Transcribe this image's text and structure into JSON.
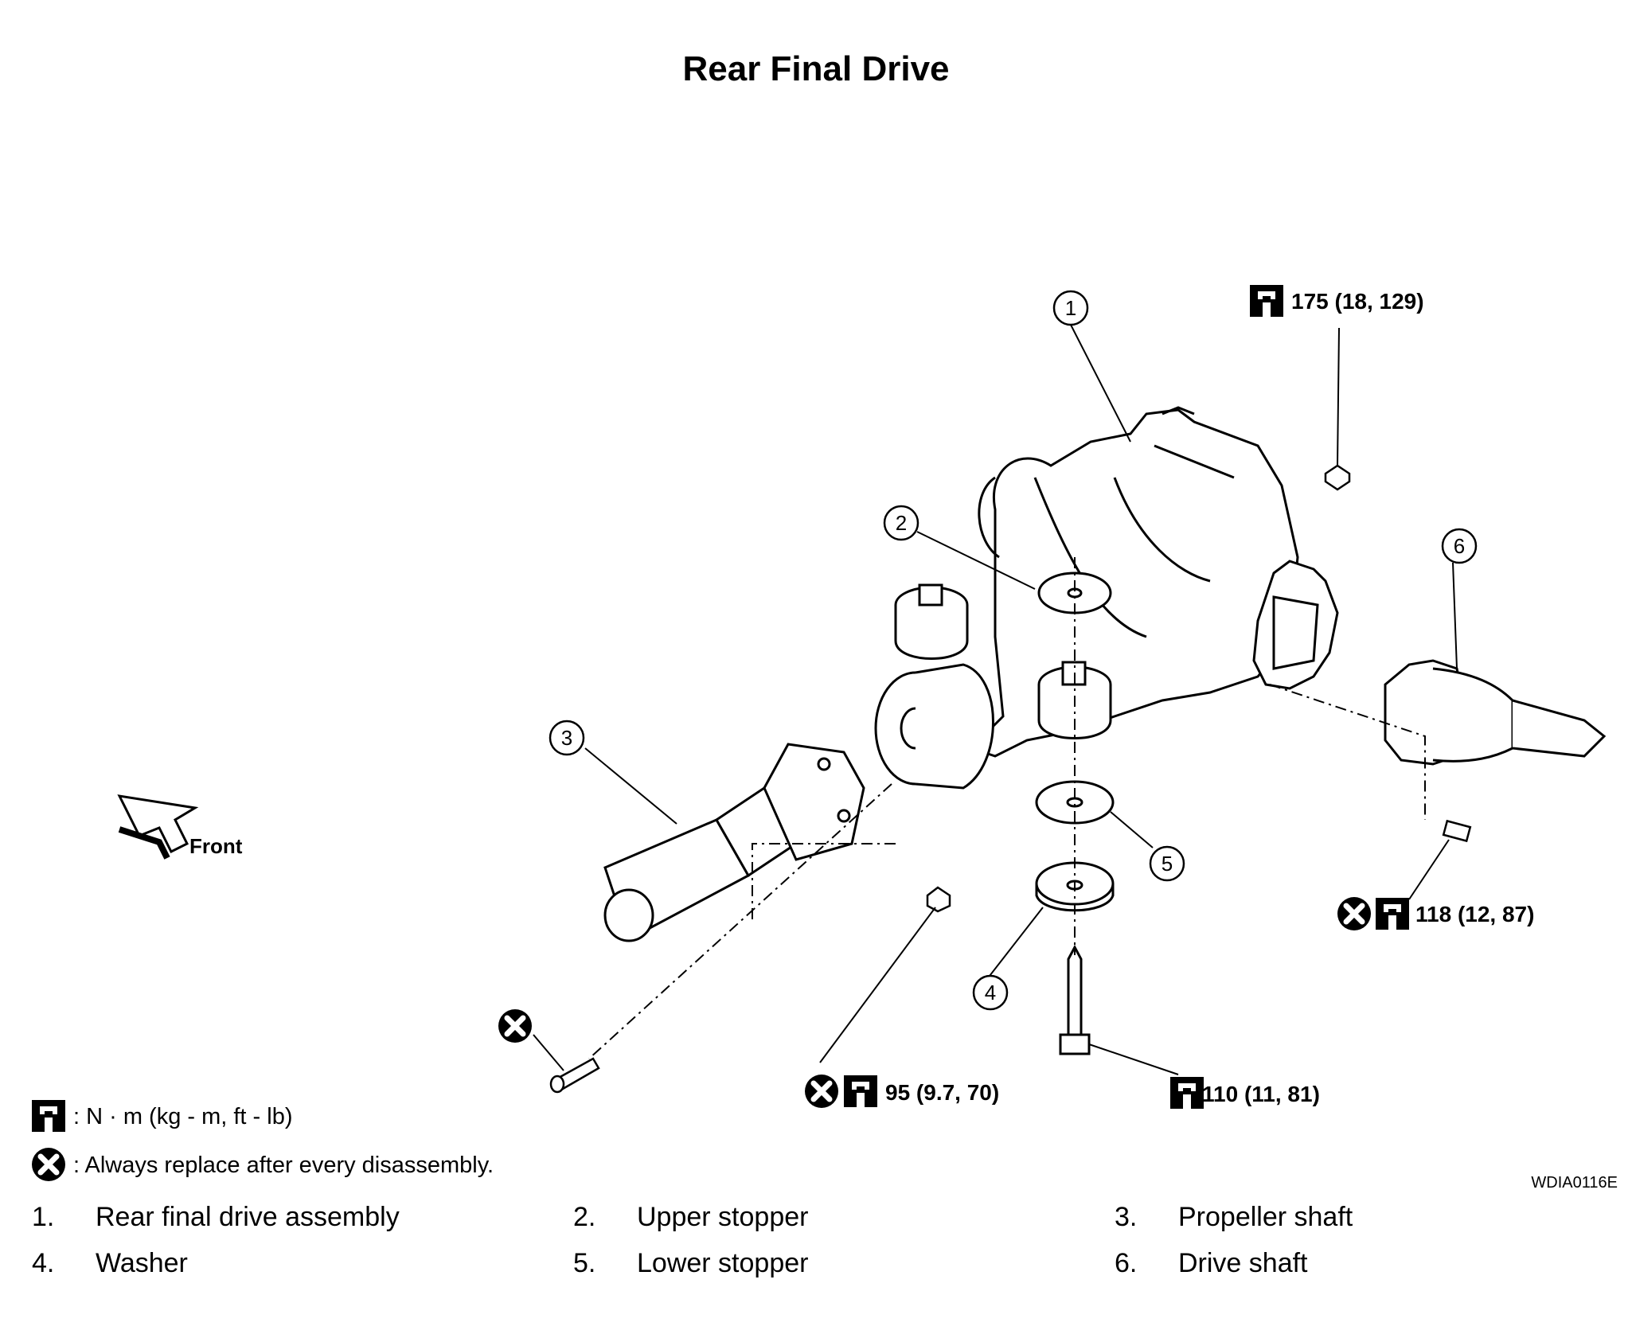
{
  "title": "Rear Final Drive",
  "drawing_code": "WDIA0116E",
  "direction_label": "Front",
  "callout_numbers": [
    "1",
    "2",
    "3",
    "4",
    "5",
    "6"
  ],
  "torque_callouts": {
    "top_right": "175 (18, 129)",
    "right": "118 (12, 87)",
    "bottom_middle": "95 (9.7, 70)",
    "bottom_bolt": "110 (11, 81)"
  },
  "legend": {
    "torque_unit": ": N · m (kg - m, ft - lb)",
    "replace_note": ": Always replace after every disassembly."
  },
  "parts": [
    {
      "num": "1.",
      "name": "Rear final drive assembly"
    },
    {
      "num": "2.",
      "name": "Upper stopper"
    },
    {
      "num": "3.",
      "name": "Propeller shaft"
    },
    {
      "num": "4.",
      "name": "Washer"
    },
    {
      "num": "5.",
      "name": "Lower stopper"
    },
    {
      "num": "6.",
      "name": "Drive shaft"
    }
  ],
  "icons": [
    "torque-wrench-icon",
    "replace-x-icon"
  ]
}
